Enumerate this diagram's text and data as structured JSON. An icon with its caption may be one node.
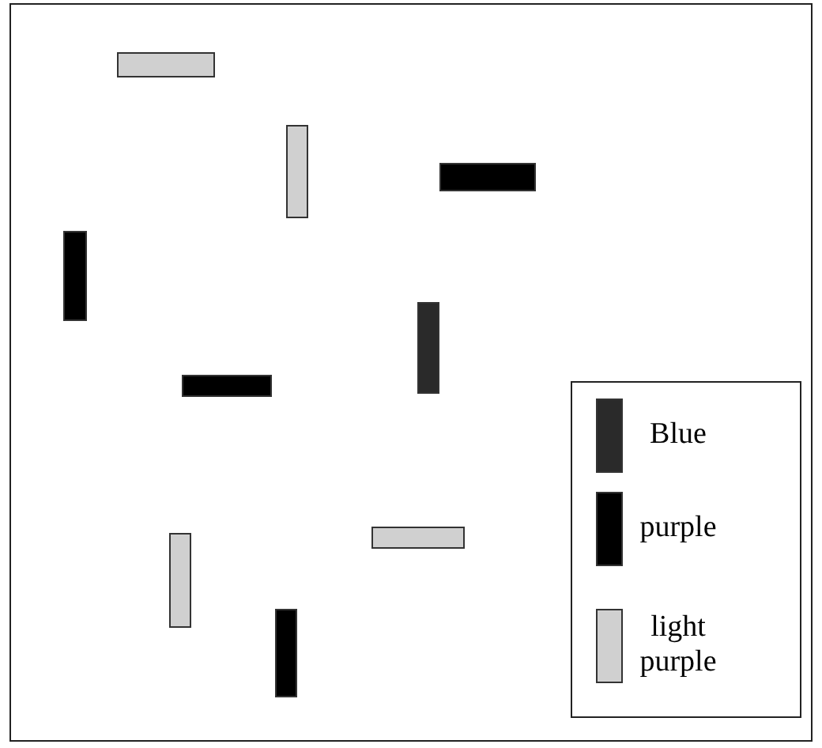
{
  "diagram": {
    "legend": [
      {
        "text": "Blue",
        "color": "#2a2a2a"
      },
      {
        "text": "purple",
        "color": "#000000"
      },
      {
        "text": "light purple",
        "color": "#d0d0d0"
      }
    ]
  }
}
